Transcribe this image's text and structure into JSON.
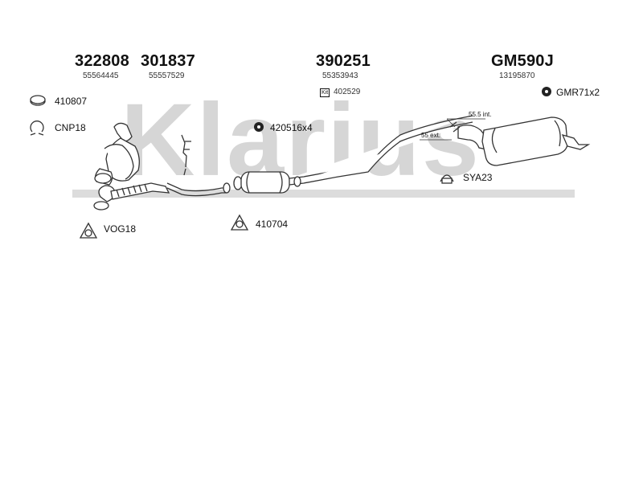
{
  "watermark": "Klarius",
  "parts": [
    {
      "number": "322808",
      "oe": "55564445"
    },
    {
      "number": "301837",
      "oe": "55557529"
    },
    {
      "number": "390251",
      "oe": "55353943"
    },
    {
      "number": "GM590J",
      "oe": "13195870"
    }
  ],
  "kit": {
    "tag": "Kit",
    "number": "402529"
  },
  "fittings": {
    "f1": "410807",
    "f2": "CNP18",
    "f3": "VOG18",
    "f4": "420516x4",
    "f5": "410704",
    "f6": "SYA23",
    "f7": "GMR71x2"
  },
  "dimensions": {
    "int": "55.5 int.",
    "ext": "55 ext."
  },
  "colors": {
    "line": "#333333",
    "watermark": "#d6d6d6"
  }
}
